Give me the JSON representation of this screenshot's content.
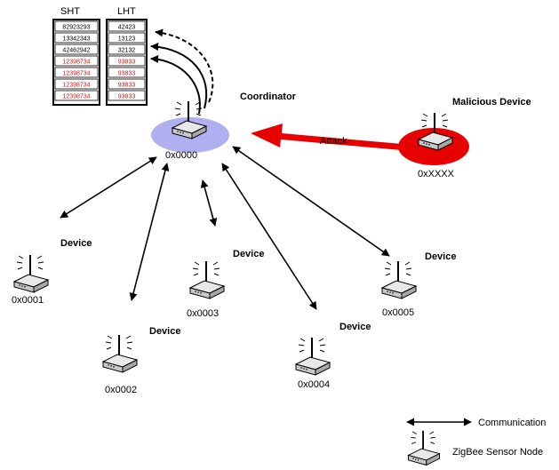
{
  "tables": {
    "sht": {
      "header": "SHT",
      "rows": [
        {
          "text": "82923293",
          "color": "#000000"
        },
        {
          "text": "13342343",
          "color": "#000000"
        },
        {
          "text": "42462942",
          "color": "#000000"
        },
        {
          "text": "12398734",
          "color": "#e01010"
        },
        {
          "text": "12398734",
          "color": "#e01010"
        },
        {
          "text": "12398734",
          "color": "#e01010"
        },
        {
          "text": "12398734",
          "color": "#e01010"
        }
      ]
    },
    "lht": {
      "header": "LHT",
      "rows": [
        {
          "text": "42423",
          "color": "#000000"
        },
        {
          "text": "13123",
          "color": "#000000"
        },
        {
          "text": "32132",
          "color": "#000000"
        },
        {
          "text": "93833",
          "color": "#e01010"
        },
        {
          "text": "93833",
          "color": "#e01010"
        },
        {
          "text": "93833",
          "color": "#e01010"
        },
        {
          "text": "93833",
          "color": "#e01010"
        }
      ]
    }
  },
  "coordinator": {
    "label": "Coordinator",
    "address": "0x0000",
    "highlight_color": "#b0b0f0"
  },
  "malicious": {
    "label": "Malicious Device",
    "address": "0xXXXX",
    "highlight_color": "#e60000"
  },
  "attack": {
    "label": "Attack",
    "color": "#e60000"
  },
  "devices": [
    {
      "label": "Device",
      "address": "0x0001"
    },
    {
      "label": "Device",
      "address": "0x0002"
    },
    {
      "label": "Device",
      "address": "0x0003"
    },
    {
      "label": "Device",
      "address": "0x0004"
    },
    {
      "label": "Device",
      "address": "0x0005"
    }
  ],
  "legend": {
    "communication": "Communication",
    "sensor_node": "ZigBee Sensor Node"
  }
}
